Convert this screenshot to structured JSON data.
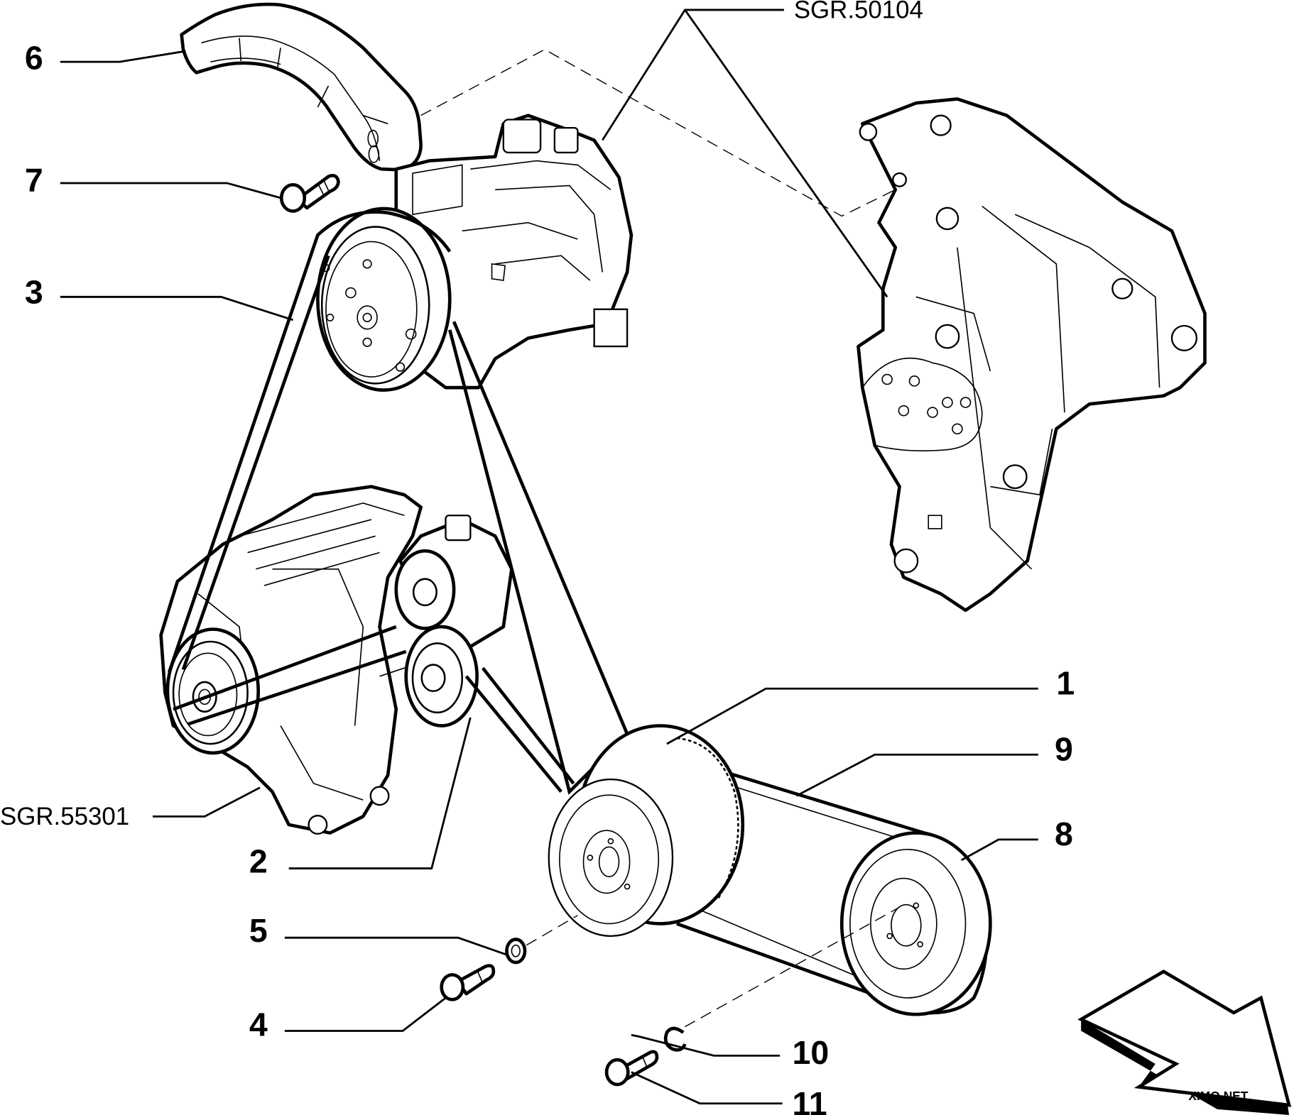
{
  "diagram": {
    "title": "Accessory drive belt assembly",
    "references": [
      {
        "id": "ref-compressor",
        "label": "SGR.50104"
      },
      {
        "id": "ref-alternator",
        "label": "SGR.55301"
      }
    ],
    "callouts": [
      {
        "number": "1",
        "part": "crankshaft-pulley"
      },
      {
        "number": "2",
        "part": "tensioner-roller"
      },
      {
        "number": "3",
        "part": "poly-v-belt"
      },
      {
        "number": "4",
        "part": "bolt"
      },
      {
        "number": "5",
        "part": "washer"
      },
      {
        "number": "6",
        "part": "bracket-arm"
      },
      {
        "number": "7",
        "part": "bolt"
      },
      {
        "number": "8",
        "part": "timing-belt-cover-pulley"
      },
      {
        "number": "9",
        "part": "belt"
      },
      {
        "number": "10",
        "part": "circlip"
      },
      {
        "number": "11",
        "part": "bolt"
      }
    ],
    "watermark": "XIMO.NET",
    "colors": {
      "ink": "#000000",
      "paper": "#ffffff"
    }
  }
}
